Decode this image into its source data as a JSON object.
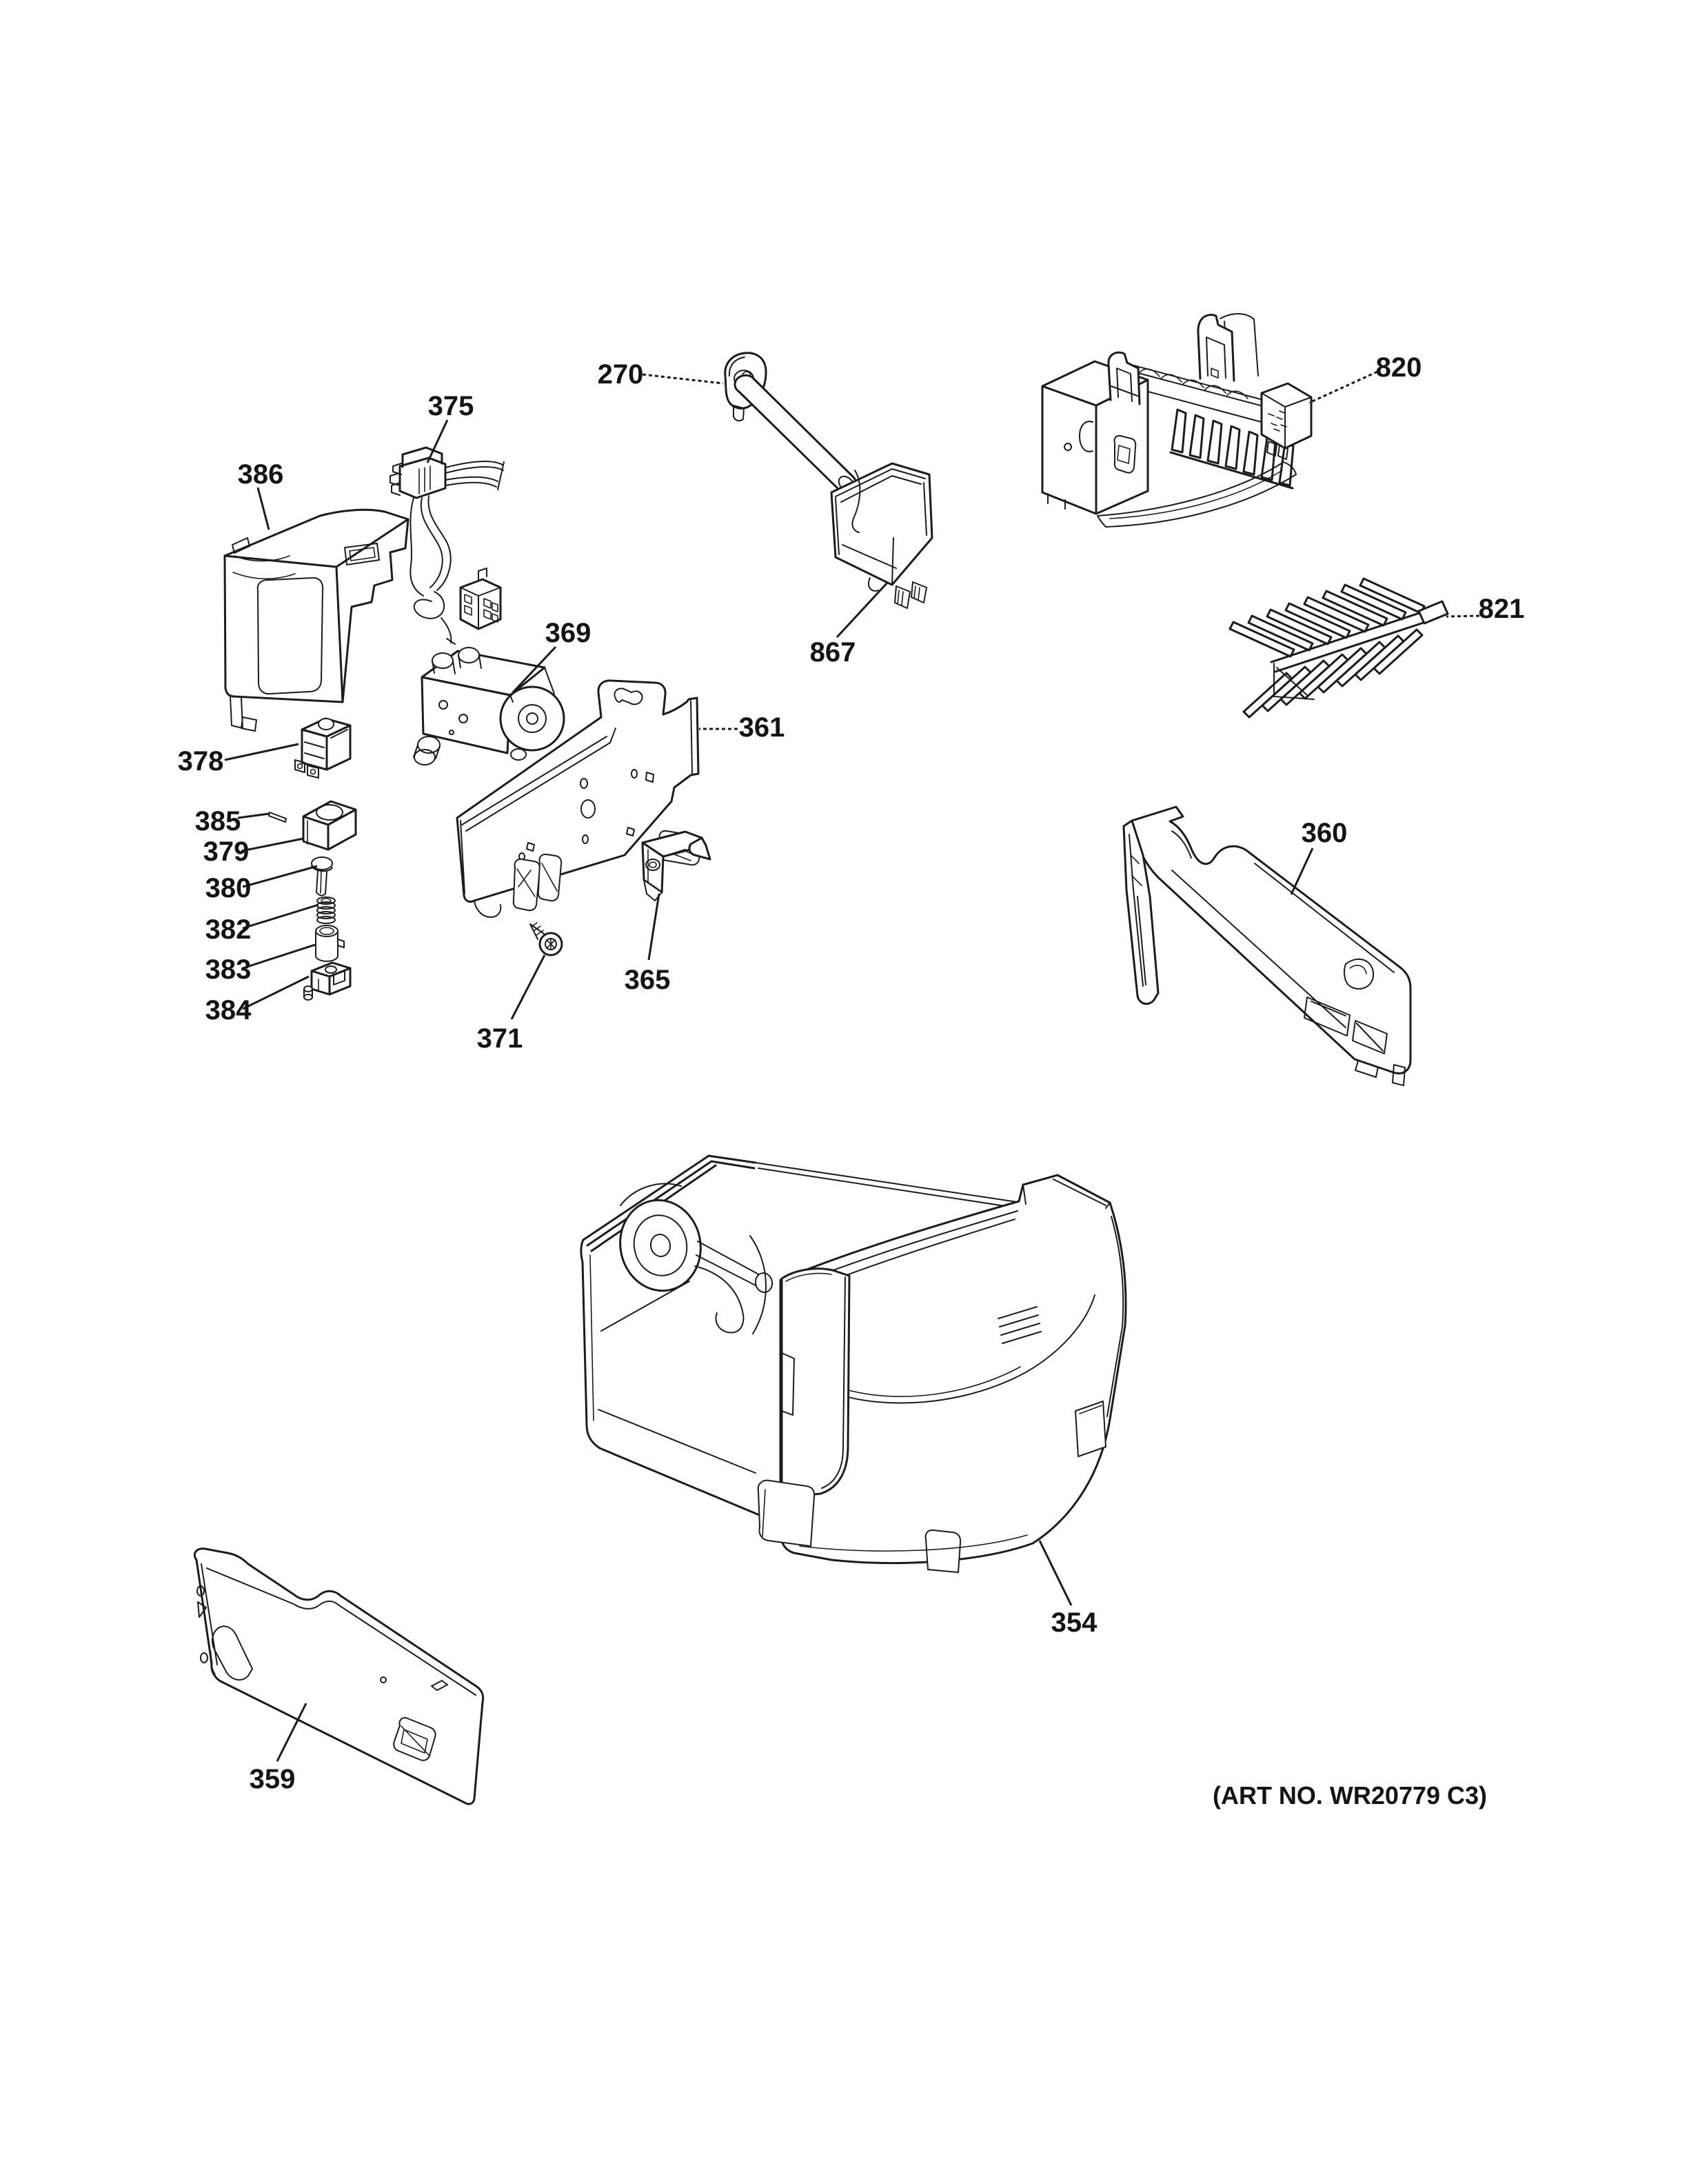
{
  "page": {
    "background": "#ffffff",
    "ink": "#1c1c1c",
    "art_note": "(ART NO. WR20779 C3)"
  },
  "callouts": {
    "c270": {
      "label": "270"
    },
    "c375": {
      "label": "375"
    },
    "c386": {
      "label": "386"
    },
    "c820": {
      "label": "820"
    },
    "c867": {
      "label": "867"
    },
    "c821": {
      "label": "821"
    },
    "c369": {
      "label": "369"
    },
    "c361": {
      "label": "361"
    },
    "c378": {
      "label": "378"
    },
    "c385": {
      "label": "385"
    },
    "c379": {
      "label": "379"
    },
    "c380": {
      "label": "380"
    },
    "c382": {
      "label": "382"
    },
    "c383": {
      "label": "383"
    },
    "c384": {
      "label": "384"
    },
    "c371": {
      "label": "371"
    },
    "c365": {
      "label": "365"
    },
    "c360": {
      "label": "360"
    },
    "c354": {
      "label": "354"
    },
    "c359": {
      "label": "359"
    }
  }
}
